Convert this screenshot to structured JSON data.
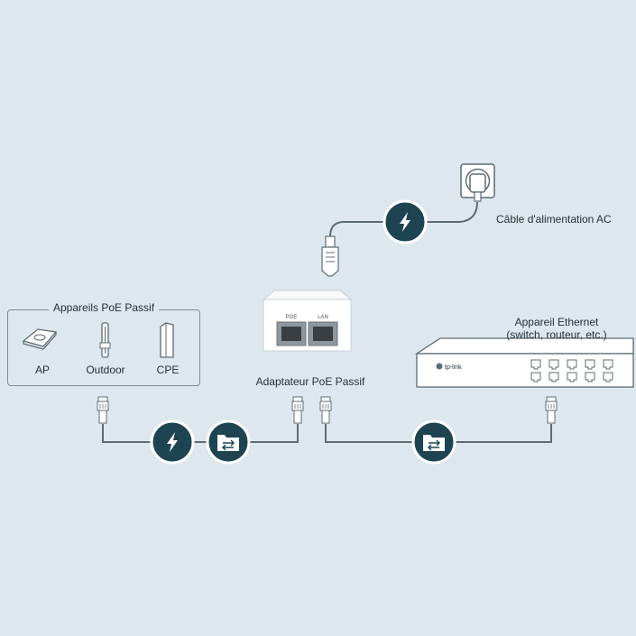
{
  "labels": {
    "ac_cable": "Câble d'alimentation AC",
    "passive_devices_group": "Appareils PoE Passif",
    "device_ap": "AP",
    "device_outdoor": "Outdoor",
    "device_cpe": "CPE",
    "adapter": "Adaptateur PoE Passif",
    "ethernet_device_line1": "Appareil Ethernet",
    "ethernet_device_line2": "(switch, routeur, etc.)",
    "port_poe": "POE",
    "port_lan": "LAN",
    "brand": "tp-link"
  },
  "icons": {
    "power": "lightning-bolt-icon",
    "data": "folder-transfer-icon",
    "outlet": "wall-socket-icon",
    "plug": "ac-plug-icon",
    "rj45": "rj45-connector-icon"
  },
  "colors": {
    "background": "#dfe7ee",
    "icon_circle": "#1d4450",
    "cable": "#5d6c74",
    "text": "#1f2d36"
  }
}
